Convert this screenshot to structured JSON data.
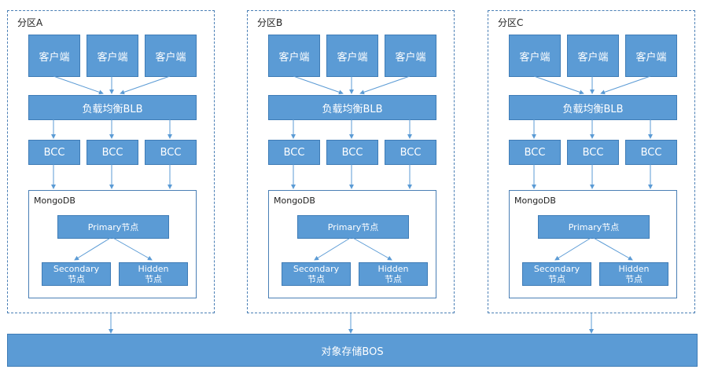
{
  "zones": [
    {
      "title": "分区A",
      "clients": [
        "客户端",
        "客户端",
        "客户端"
      ],
      "lb": "负载均衡BLB",
      "bccs": [
        "BCC",
        "BCC",
        "BCC"
      ],
      "mongo": {
        "title": "MongoDB",
        "primary": "Primary节点",
        "secondary": [
          "Secondary",
          "节点"
        ],
        "hidden": [
          "Hidden",
          "节点"
        ]
      }
    },
    {
      "title": "分区B",
      "clients": [
        "客户端",
        "客户端",
        "客户端"
      ],
      "lb": "负载均衡BLB",
      "bccs": [
        "BCC",
        "BCC",
        "BCC"
      ],
      "mongo": {
        "title": "MongoDB",
        "primary": "Primary节点",
        "secondary": [
          "Secondary",
          "节点"
        ],
        "hidden": [
          "Hidden",
          "节点"
        ]
      }
    },
    {
      "title": "分区C",
      "clients": [
        "客户端",
        "客户端",
        "客户端"
      ],
      "lb": "负载均衡BLB",
      "bccs": [
        "BCC",
        "BCC",
        "BCC"
      ],
      "mongo": {
        "title": "MongoDB",
        "primary": "Primary节点",
        "secondary": [
          "Secondary",
          "节点"
        ],
        "hidden": [
          "Hidden",
          "节点"
        ]
      }
    }
  ],
  "storage": "对象存储BOS",
  "colors": {
    "box_fill": "#5b9bd5",
    "box_border": "#3f7cb6",
    "line": "#5b9bd5"
  }
}
